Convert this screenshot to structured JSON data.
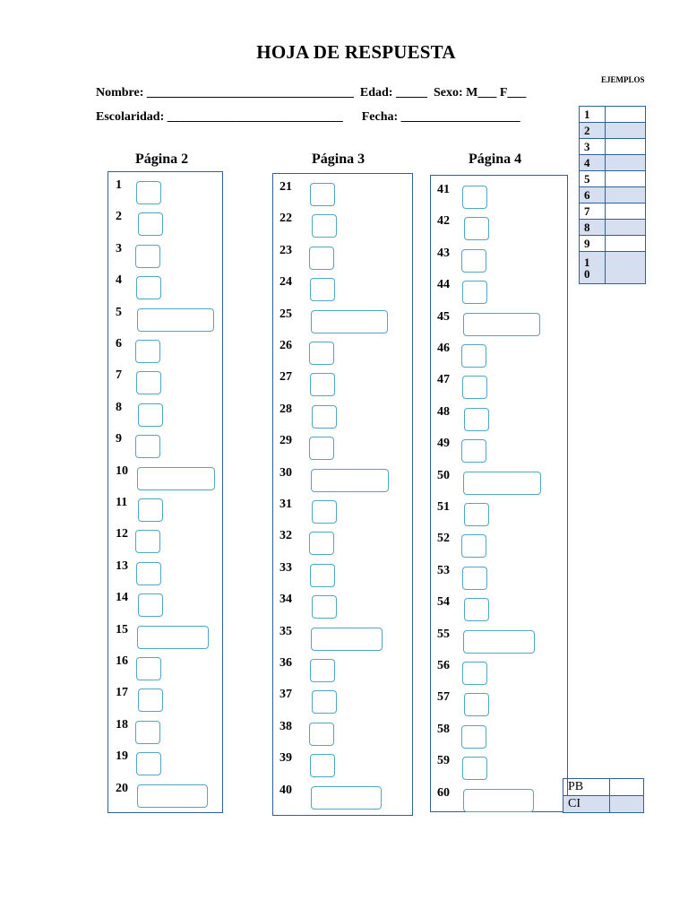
{
  "header": {
    "title": "HOJA DE RESPUESTA",
    "line1": "Nombre: _________________________________  Edad: _____  Sexo: M___ F___",
    "line2": "Escolaridad: ____________________________      Fecha: ___________________"
  },
  "examples": {
    "label": "EJEMPLOS",
    "rows": [
      "1",
      "2",
      "3",
      "4",
      "5",
      "6",
      "7",
      "8",
      "9",
      "1\n0"
    ]
  },
  "columns": [
    {
      "title": "Página 2",
      "numbers": [
        "1",
        "2",
        "3",
        "4",
        "5",
        "6",
        "7",
        "8",
        "9",
        "10",
        "11",
        "12",
        "13",
        "14",
        "15",
        "16",
        "17",
        "18",
        "19",
        "20"
      ]
    },
    {
      "title": "Página 3",
      "numbers": [
        "21",
        "22",
        "23",
        "24",
        "25",
        "26",
        "27",
        "28",
        "29",
        "30",
        "31",
        "32",
        "33",
        "34",
        "35",
        "36",
        "37",
        "38",
        "39",
        "40"
      ]
    },
    {
      "title": "Página 4",
      "numbers": [
        "41",
        "42",
        "43",
        "44",
        "45",
        "46",
        "47",
        "48",
        "49",
        "50",
        "51",
        "52",
        "53",
        "54",
        "55",
        "56",
        "57",
        "58",
        "59",
        "60"
      ]
    }
  ],
  "scores": [
    {
      "label": "PB"
    },
    {
      "label": "CI"
    }
  ]
}
